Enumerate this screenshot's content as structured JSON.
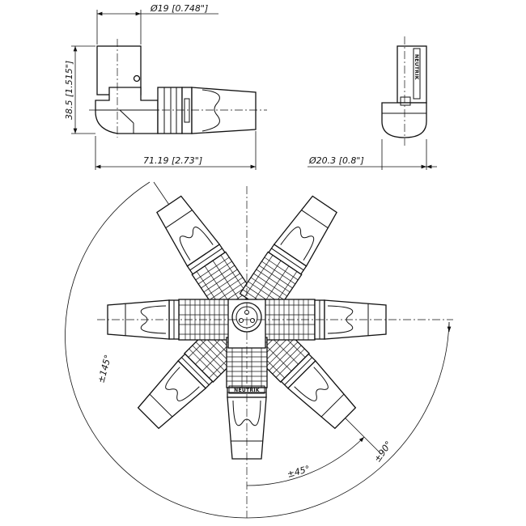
{
  "dimensions": {
    "top_diameter": "Ø19 [0.748\"]",
    "height": "38.5 [1.515\"]",
    "length": "71.19 [2.73\"]",
    "side_diameter": "Ø20.3 [0.8\"]"
  },
  "angles": {
    "outer": "±145°",
    "inner": "±45°",
    "right": "±90°"
  },
  "brand_marking": "NEUTRIK"
}
